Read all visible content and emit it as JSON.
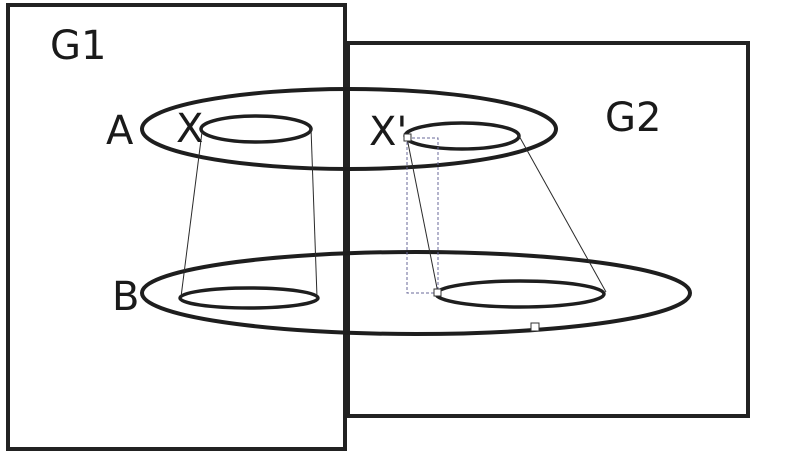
{
  "labels": {
    "g1": "G1",
    "g2": "G2",
    "a": "A",
    "b": "B",
    "x": "X",
    "x_prime": "X'"
  },
  "colors": {
    "stroke": "#1e1e1e",
    "selection_dash": "#6a6a9a",
    "background": "#ffffff"
  }
}
